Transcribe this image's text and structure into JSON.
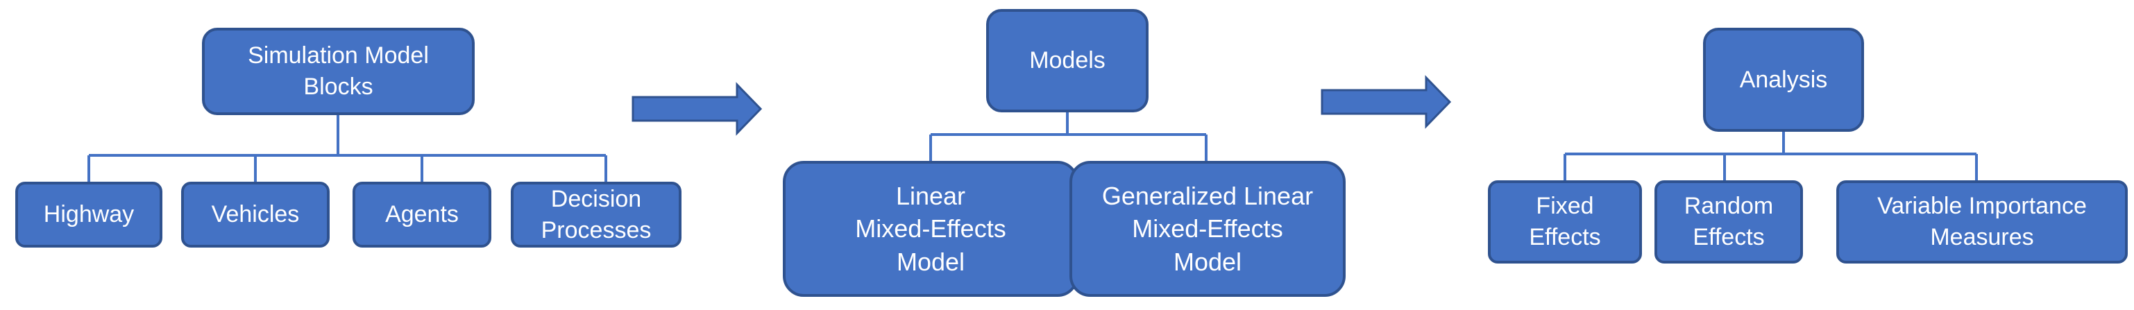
{
  "panels": [
    {
      "root": "Simulation Model\nBlocks",
      "children": [
        "Highway",
        "Vehicles",
        "Agents",
        "Decision\nProcesses"
      ]
    },
    {
      "root": "Models",
      "children": [
        "Linear\nMixed-Effects\nModel",
        "Generalized Linear\nMixed-Effects\nModel"
      ]
    },
    {
      "root": "Analysis",
      "children": [
        "Fixed\nEffects",
        "Random\nEffects",
        "Variable Importance\nMeasures"
      ]
    }
  ],
  "colors": {
    "box_fill": "#4472c4",
    "box_border": "#2f528f",
    "connector": "#4472c4",
    "text": "#ffffff"
  }
}
